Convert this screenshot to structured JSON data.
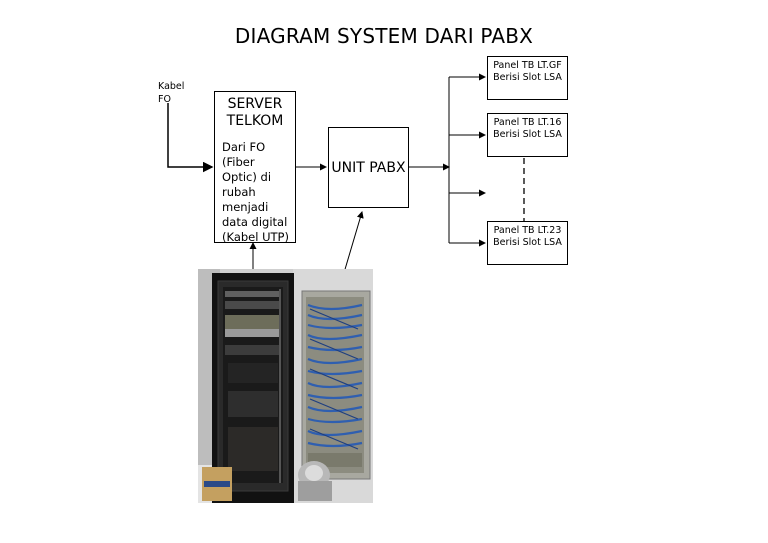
{
  "title": "DIAGRAM SYSTEM DARI PABX",
  "kabel_label": "Kabel FO",
  "server": {
    "title": "SERVER TELKOM",
    "description": "Dari FO (Fiber Optic) di rubah menjadi data digital (Kabel UTP)"
  },
  "pabx": {
    "label": "UNIT PABX"
  },
  "panels": [
    {
      "label": "Panel TB LT.GF Berisi Slot LSA"
    },
    {
      "label": "Panel TB LT.16 Berisi Slot LSA"
    },
    {
      "label": "Panel TB LT.23 Berisi Slot LSA"
    }
  ],
  "photo": {
    "subject": "server-rack-and-pabx-cabinet-photo"
  }
}
